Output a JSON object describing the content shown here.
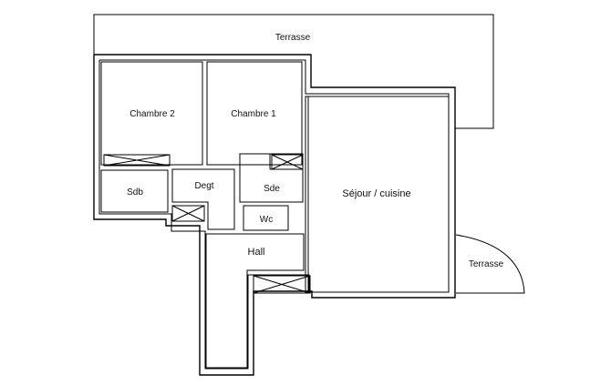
{
  "colors": {
    "wall": "#000000",
    "background": "#ffffff"
  },
  "rooms": {
    "terrasse_top": "Terrasse",
    "chambre_2": "Chambre 2",
    "chambre_1": "Chambre 1",
    "sejour": "Séjour / cuisine",
    "sdb": "Sdb",
    "degt": "Degt",
    "sde": "Sde",
    "wc": "Wc",
    "hall": "Hall",
    "terrasse_right": "Terrasse"
  }
}
